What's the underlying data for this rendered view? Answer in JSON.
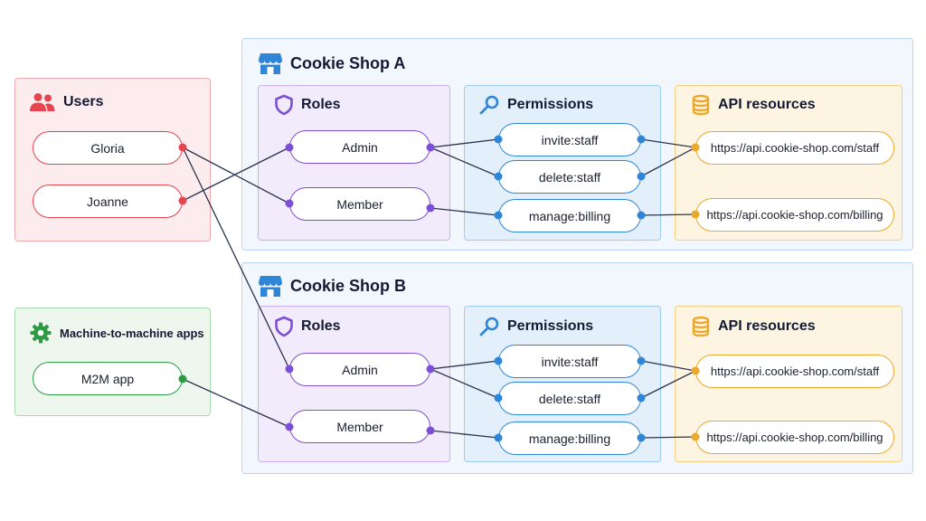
{
  "colors": {
    "users": "#e5454f",
    "m2m": "#2f9a44",
    "roles": "#7d4fd6",
    "permissions": "#2f86d9",
    "api": "#eba92c",
    "wire": "#2a3350"
  },
  "users": {
    "title": "Users",
    "icon": "users-icon",
    "items": [
      "Gloria",
      "Joanne"
    ]
  },
  "m2m": {
    "title": "Machine-to-machine apps",
    "icon": "gear-icon",
    "items": [
      "M2M app"
    ]
  },
  "shops": [
    {
      "title": "Cookie Shop A",
      "icon": "store-icon",
      "roles": {
        "title": "Roles",
        "icon": "shield-icon",
        "items": [
          "Admin",
          "Member"
        ]
      },
      "permissions": {
        "title": "Permissions",
        "icon": "key-icon",
        "items": [
          "invite:staff",
          "delete:staff",
          "manage:billing"
        ]
      },
      "api": {
        "title": "API resources",
        "icon": "database-icon",
        "items": [
          "https://api.cookie-shop.com/staff",
          "https://api.cookie-shop.com/billing"
        ]
      }
    },
    {
      "title": "Cookie Shop B",
      "icon": "store-icon",
      "roles": {
        "title": "Roles",
        "icon": "shield-icon",
        "items": [
          "Admin",
          "Member"
        ]
      },
      "permissions": {
        "title": "Permissions",
        "icon": "key-icon",
        "items": [
          "invite:staff",
          "delete:staff",
          "manage:billing"
        ]
      },
      "api": {
        "title": "API resources",
        "icon": "database-icon",
        "items": [
          "https://api.cookie-shop.com/staff",
          "https://api.cookie-shop.com/billing"
        ]
      }
    }
  ],
  "connections": [
    {
      "from": "Gloria",
      "to": "Cookie Shop A / Member"
    },
    {
      "from": "Gloria",
      "to": "Cookie Shop B / Admin"
    },
    {
      "from": "Joanne",
      "to": "Cookie Shop A / Admin"
    },
    {
      "from": "M2M app",
      "to": "Cookie Shop B / Member"
    },
    {
      "from": "Admin",
      "to": "invite:staff"
    },
    {
      "from": "Admin",
      "to": "delete:staff"
    },
    {
      "from": "Member",
      "to": "manage:billing"
    },
    {
      "from": "invite:staff",
      "to": "https://api.cookie-shop.com/staff"
    },
    {
      "from": "delete:staff",
      "to": "https://api.cookie-shop.com/staff"
    },
    {
      "from": "manage:billing",
      "to": "https://api.cookie-shop.com/billing"
    }
  ]
}
